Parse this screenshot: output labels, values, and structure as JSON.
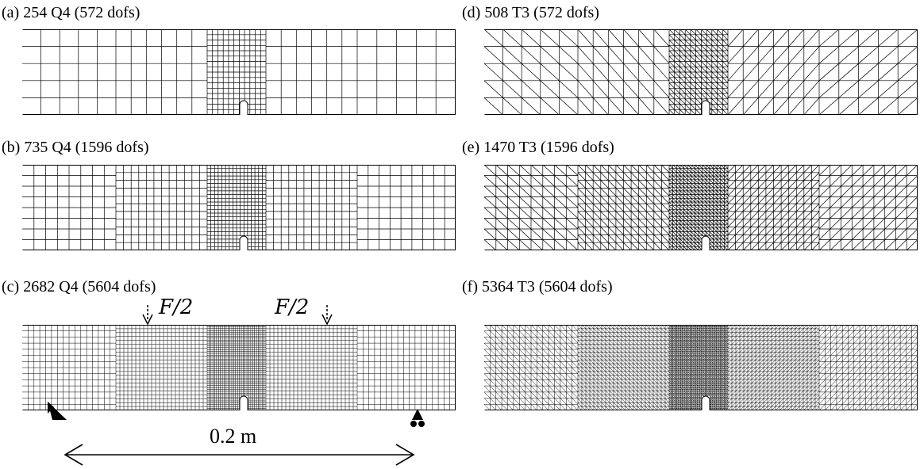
{
  "panels": [
    {
      "id": "a",
      "caption": "(a) 254 Q4 (572 dofs)",
      "element": "Q4",
      "level": 0
    },
    {
      "id": "b",
      "caption": "(b) 735 Q4 (1596 dofs)",
      "element": "Q4",
      "level": 1
    },
    {
      "id": "c",
      "caption": "(c) 2682 Q4 (5604 dofs)",
      "element": "Q4",
      "level": 2
    },
    {
      "id": "d",
      "caption": "(d) 508 T3 (572 dofs)",
      "element": "T3",
      "level": 0
    },
    {
      "id": "e",
      "caption": "(e) 1470 T3 (1596 dofs)",
      "element": "T3",
      "level": 1
    },
    {
      "id": "f",
      "caption": "(f) 5364 T3 (5604 dofs)",
      "element": "T3",
      "level": 2
    }
  ],
  "annotations": {
    "load_left": "F/2",
    "load_right": "F/2",
    "span_label": "0.2 m"
  },
  "colors": {
    "line": "#000000",
    "background": "#ffffff"
  }
}
